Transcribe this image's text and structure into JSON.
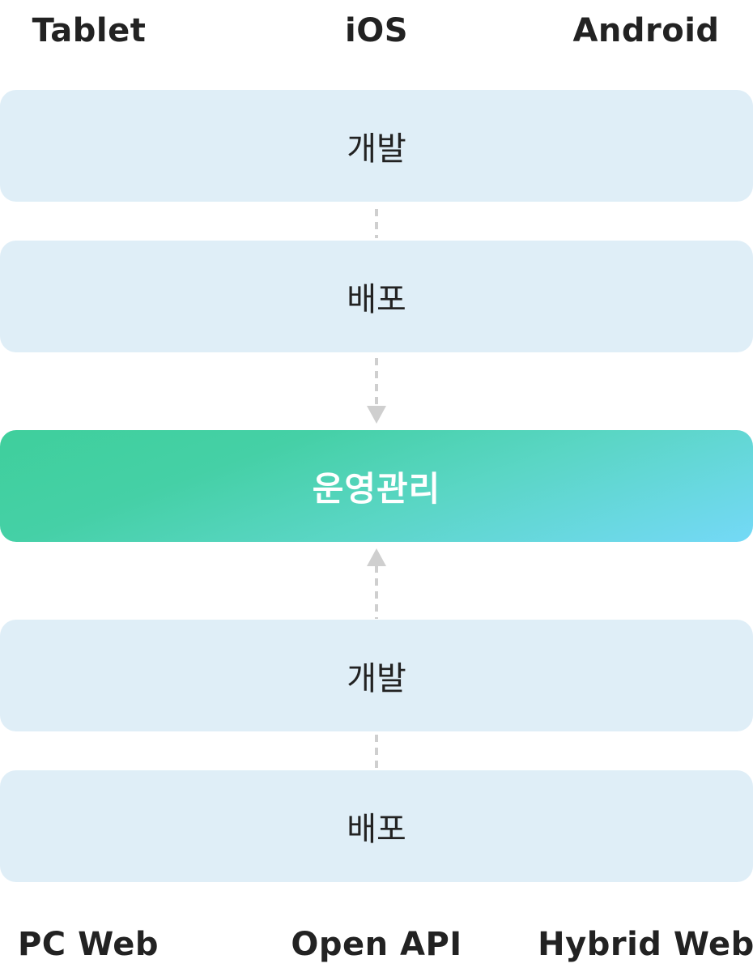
{
  "top_platforms": [
    "Tablet",
    "iOS",
    "Android"
  ],
  "upper_stages": {
    "first": "개발",
    "second": "배포"
  },
  "hub": {
    "label": "운영관리",
    "gradient_start": "#3fcf9c",
    "gradient_end": "#74d9f7"
  },
  "lower_stages": {
    "first": "개발",
    "second": "배포"
  },
  "bottom_platforms": [
    "PC Web",
    "Open API",
    "Hybrid Web"
  ],
  "colors": {
    "stage_background": "#dfeef7",
    "connector": "#cfcfcf",
    "text": "#222222"
  },
  "icons": {
    "upper_arrow": "arrow-down-icon",
    "lower_arrow": "arrow-up-icon"
  }
}
